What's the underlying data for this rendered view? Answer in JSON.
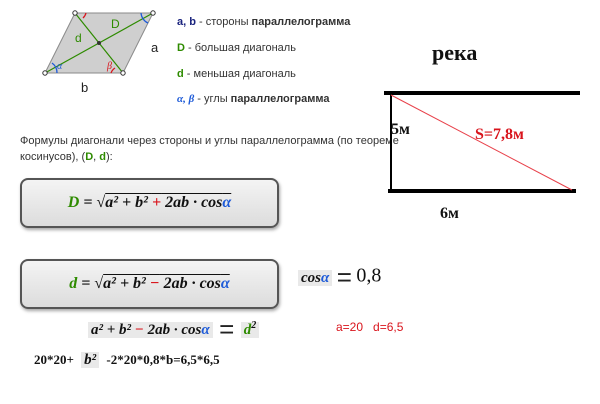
{
  "figure": {
    "labels": {
      "a_side": "a",
      "b_side": "b",
      "D": "D",
      "d": "d",
      "alpha": "α",
      "beta": "β"
    }
  },
  "legend": {
    "line1_vars": "a, b",
    "line1_text": " - стороны ",
    "line1_bold": "параллелограмма",
    "line2_var": "D",
    "line2_text": " - большая диагональ",
    "line3_var": "d",
    "line3_text": " - меньшая диагональ",
    "line4_vars": "α, β",
    "line4_text": " - углы ",
    "line4_bold": "параллелограмма"
  },
  "intro": {
    "line1": "Формулы диагонали через стороны и углы параллелограмма (по теореме",
    "line2_prefix": "косинусов), (",
    "D": "D",
    "comma": ", ",
    "d": "d",
    "line2_suffix": "):"
  },
  "formula1": {
    "lhs": "D",
    "eq": " = ",
    "root": "√",
    "body": "a² + b² ",
    "sign": "+",
    "tail": " 2ab · cos",
    "alpha": "α"
  },
  "formula2": {
    "lhs": "d",
    "eq": " = ",
    "root": "√",
    "body": "a² + b² ",
    "sign": "−",
    "tail": " 2ab · cos",
    "alpha": "α"
  },
  "cos_value": {
    "cos": "cos",
    "alpha": "α",
    "eq": "=",
    "value": "0,8"
  },
  "equation": {
    "body": "a² + b² ",
    "sign": "−",
    "tail": " 2ab · cos",
    "alpha": "α",
    "eq": "=",
    "rhs": "d",
    "sup": "2"
  },
  "knowns": "a=20   d=6,5",
  "calc": {
    "prefix": "20*20+",
    "b2": "b²",
    "rest": "-2*20*0,8*b=6,5*6,5"
  },
  "river": {
    "title": "река",
    "side_vertical": "5м",
    "side_horizontal": "6м",
    "hyp_label": "S=7,8м"
  }
}
